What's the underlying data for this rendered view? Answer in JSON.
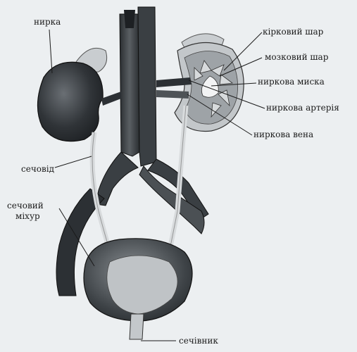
{
  "labels": {
    "kidney": "нирка",
    "cortex": "кірковий шар",
    "medulla": "мозковий шар",
    "pelvis": "ниркова миска",
    "artery": "ниркова артерія",
    "vein": "ниркова вена",
    "ureter": "сечовід",
    "bladder_line1": "сечовий",
    "bladder_line2": "міхур",
    "urethra": "сечівник"
  },
  "colors": {
    "background": "#eceff1",
    "vessel_dark": "#2b2f33",
    "organ_dark": "#3a3f44",
    "line": "#1a1a1a"
  }
}
